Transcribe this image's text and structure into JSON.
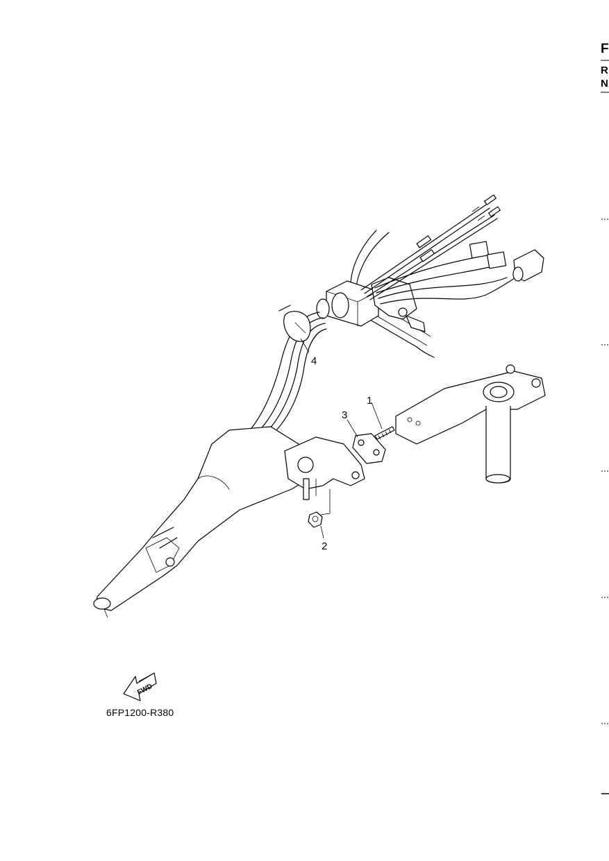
{
  "header": {
    "letters": [
      "F",
      "R",
      "N"
    ]
  },
  "diagram": {
    "callouts": [
      "1",
      "2",
      "3",
      "4"
    ],
    "fwd_label": "FWD",
    "drawing_code": "6FP1200-R380"
  },
  "icons": {
    "fwd_arrow": "fwd-arrow-icon"
  }
}
